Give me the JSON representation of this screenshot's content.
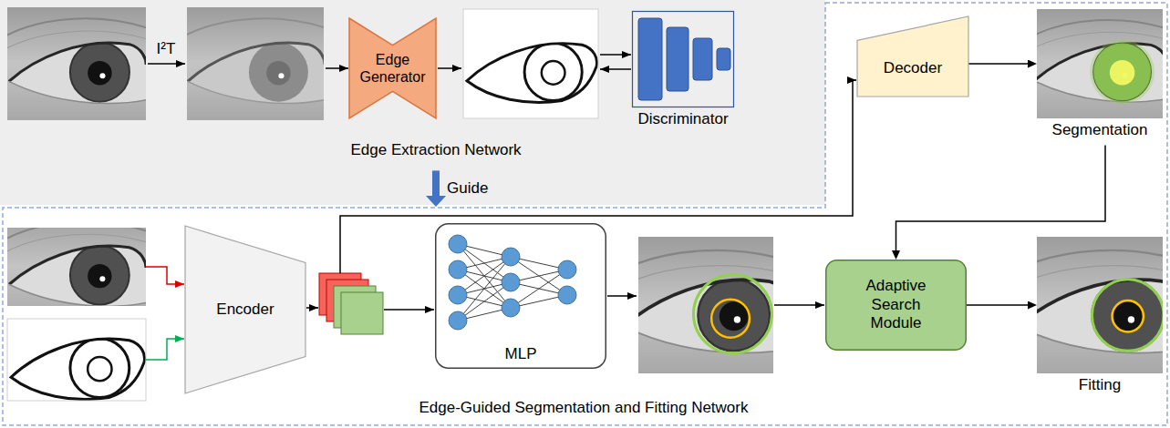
{
  "diagram": {
    "nodes": [
      {
        "text": [
          "Edge Extraction Network"
        ]
      },
      {
        "text": [
          "Edge Generator"
        ],
        "in": 0
      },
      {
        "text": [
          "Discriminator"
        ],
        "in": 0
      },
      {
        "text": [
          "Edge-Guided Segmentation and Fitting Network"
        ]
      },
      {
        "text": [
          "Decoder"
        ],
        "in": 3
      },
      {
        "text": [
          "Segmentation"
        ],
        "in": 3
      },
      {
        "text": [
          "Encoder"
        ],
        "in": 3
      },
      {
        "text": [
          "MLP"
        ],
        "in": 3
      },
      {
        "text": [
          "Adaptive Search Module"
        ],
        "in": 3
      },
      {
        "text": [
          "Fitting"
        ],
        "in": 3
      }
    ],
    "edges": [
      {
        "from": 0,
        "to": 3,
        "label": "Guide",
        "arrow": "to"
      },
      {
        "from": 4,
        "to": 5,
        "arrow": "to"
      },
      {
        "from": 5,
        "to": 8,
        "arrow": "to"
      },
      {
        "from": 8,
        "to": 9,
        "arrow": "to"
      }
    ],
    "labels": [
      "I²T"
    ]
  }
}
